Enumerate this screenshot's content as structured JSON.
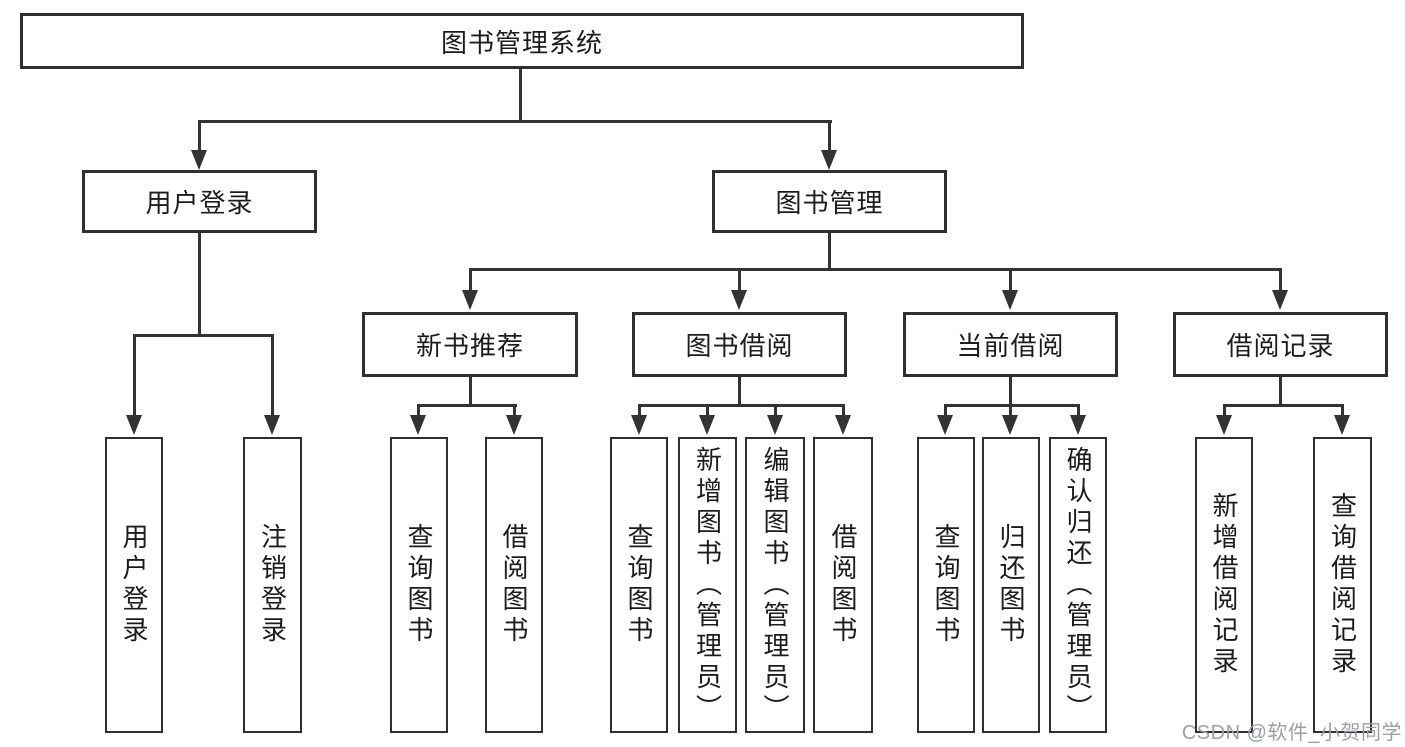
{
  "diagram_type": "hierarchy-tree",
  "colors": {
    "line": "#333333",
    "box_border": "#2f2f2f",
    "text": "#1c1c1c",
    "watermark": "#9ba0a8",
    "background": "#ffffff"
  },
  "tree": {
    "root": "图书管理系统",
    "branches": [
      {
        "label": "用户登录",
        "children": [
          "用户登录",
          "注销登录"
        ]
      },
      {
        "label": "图书管理",
        "children": [
          {
            "label": "新书推荐",
            "children": [
              "查询图书",
              "借阅图书"
            ]
          },
          {
            "label": "图书借阅",
            "children": [
              "查询图书",
              "新增图书（管理员）",
              "编辑图书（管理员）",
              "借阅图书"
            ]
          },
          {
            "label": "当前借阅",
            "children": [
              "查询图书",
              "归还图书",
              "确认归还（管理员）"
            ]
          },
          {
            "label": "借阅记录",
            "children": [
              "新增借阅记录",
              "查询借阅记录"
            ]
          }
        ]
      }
    ]
  },
  "watermark": "CSDN @软件_小贺同学"
}
